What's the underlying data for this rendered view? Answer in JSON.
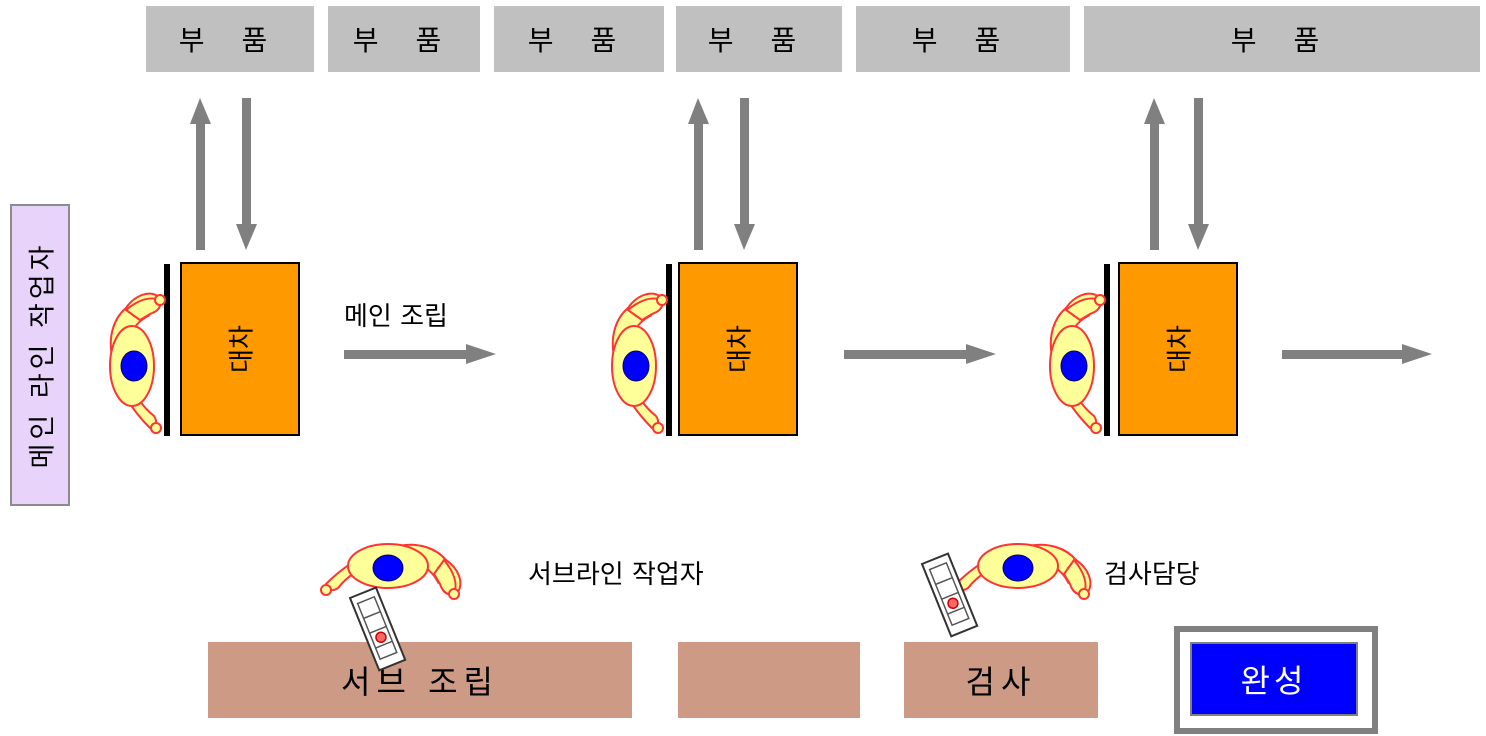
{
  "parts_label": "부 품",
  "main_worker_label": "메인 라인 작업자",
  "cart_label": "대차",
  "main_assembly_label": "메인 조립",
  "sub_worker_label": "서브라인 작업자",
  "inspector_label": "검사담당",
  "stations": {
    "sub_assembly": "서브 조립",
    "blank": "",
    "inspection": "검사",
    "complete": "완성"
  },
  "icons": {
    "worker": "worker-topdown-icon",
    "clipboard": "clipboard-icon",
    "arrow": "arrow-icon"
  },
  "colors": {
    "parts_box": "#c0c0c0",
    "cart": "#ff9900",
    "station": "#cc9a85",
    "complete": "#0000ff",
    "worker_label_box": "#e8d4fb",
    "arrow": "#808080",
    "worker_body": "#ffff99",
    "worker_outline": "#ff3333",
    "worker_head": "#0000ff"
  }
}
